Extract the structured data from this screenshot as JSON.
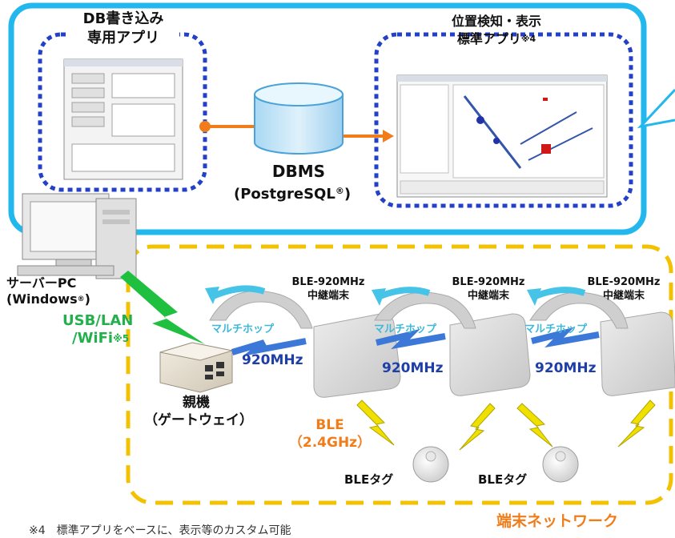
{
  "server_group": {
    "db_app_label": [
      "DB書き込み",
      "専用アプリ"
    ],
    "position_app_label": [
      "位置検知・表示",
      "標準アプリ"
    ],
    "position_app_note": "※4",
    "dbms_label": "DBMS",
    "dbms_sub": "(PostgreSQL",
    "dbms_sub_mark": "®",
    "dbms_sub_end": ")"
  },
  "server_pc": {
    "label": "サーバーPC",
    "os": "(Windows",
    "os_mark": "®",
    "os_end": ")"
  },
  "connection": {
    "label_line1": "USB/LAN",
    "label_line2": "/WiFi",
    "note": "※5"
  },
  "gateway": {
    "label": "親機",
    "sub": "（ゲートウェイ）"
  },
  "relays": [
    {
      "line1": "BLE-920MHz",
      "line2": "中継端末"
    },
    {
      "line1": "BLE-920MHz",
      "line2": "中継端末"
    },
    {
      "line1": "BLE-920MHz",
      "line2": "中継端末"
    }
  ],
  "multihop_label": "マルチホップ",
  "link_920": "920MHz",
  "ble": {
    "label": "BLE",
    "freq": "（2.4GHz）"
  },
  "tag_label": "BLEタグ",
  "network_label": "端末ネットワーク",
  "footnote": "※4　標準アプリをベースに、表示等のカスタム可能",
  "colors": {
    "server_frame": "#22b8ee",
    "app_frame": "#2340c8",
    "network_frame": "#f2c200",
    "arrow": "#f07d1a",
    "wireless_920": "#3b78d8",
    "wireless_ble": "#f0e000",
    "wireless_usb": "#1fc040",
    "multihop_arrow": "#46c4e8"
  }
}
